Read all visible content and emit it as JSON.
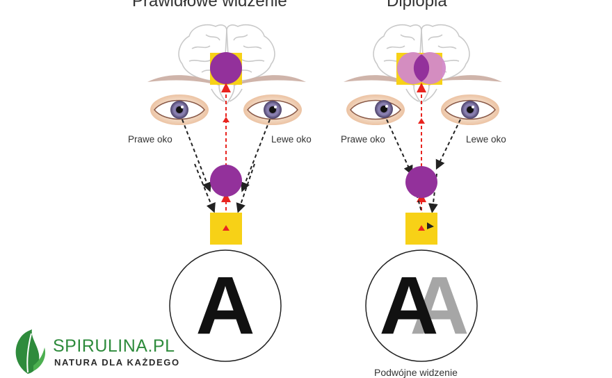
{
  "panels": {
    "left": {
      "title": "Prawidłowe widzenie",
      "right_eye_label": "Prawe oko",
      "left_eye_label": "Lewe oko",
      "letter": "A"
    },
    "right": {
      "title": "Diplopia",
      "right_eye_label": "Prawe oko",
      "left_eye_label": "Lewe oko",
      "letter": "A",
      "caption": "Podwójne widzenie"
    }
  },
  "logo": {
    "name": "SPIRULINA.PL",
    "tagline": "NATURA DLA KAŻDEGO",
    "icon": "leaf-icon"
  },
  "colors": {
    "object_circle": "#93319b",
    "object_square": "#f7d117",
    "ghost_circle": "#d289c9",
    "nerve_arrow": "#e8241f",
    "sight_arrow": "#222222",
    "ghost_letter": "#a6a6a6",
    "brand_green": "#2e8b3c"
  }
}
